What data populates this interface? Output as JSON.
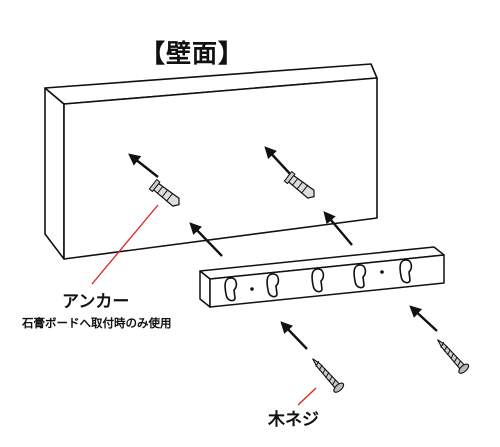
{
  "title": "【壁面】",
  "labels": {
    "anchor": "アンカー",
    "anchor_note": "石膏ボードへ取付時のみ使用",
    "wood_screw": "木ネジ"
  },
  "colors": {
    "line": "#111111",
    "leader": "#e02020",
    "part_fill": "#d8d8d8"
  },
  "hook_count": 5
}
